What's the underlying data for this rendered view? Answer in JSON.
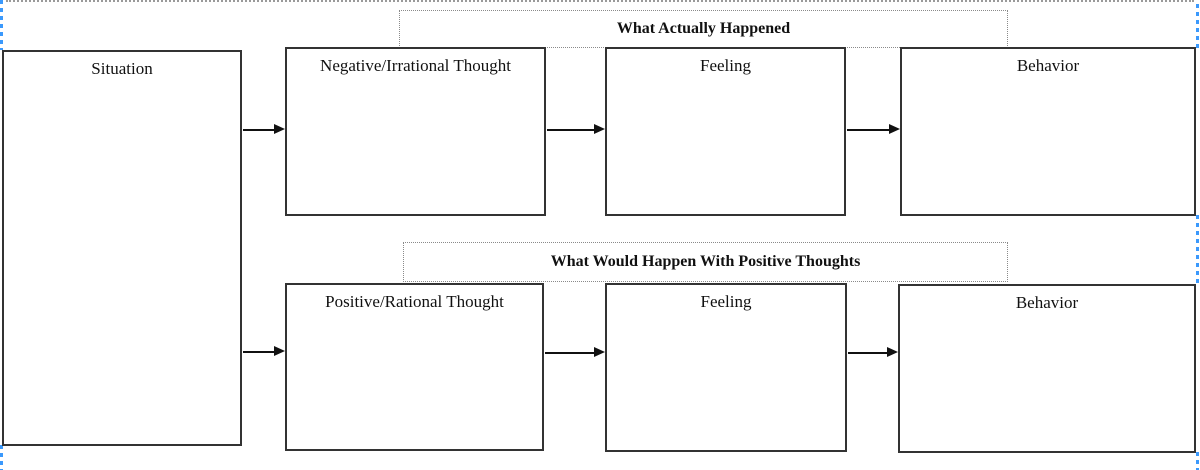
{
  "diagram": {
    "title_implicit": "Thought record flowchart",
    "boxes": {
      "situation": "Situation",
      "negative_thought": "Negative/Irrational Thought",
      "feeling_top": "Feeling",
      "behavior_top": "Behavior",
      "positive_thought": "Positive/Rational Thought",
      "feeling_bottom": "Feeling",
      "behavior_bottom": "Behavior"
    },
    "headers": {
      "actual": "What Actually Happened",
      "hypothetical": "What Would Happen With Positive Thoughts"
    },
    "colors": {
      "box_border": "#333333",
      "dotted_border": "#8a8a8a",
      "selection_blue": "#3b99fc",
      "text": "#111111",
      "background": "#ffffff"
    }
  }
}
